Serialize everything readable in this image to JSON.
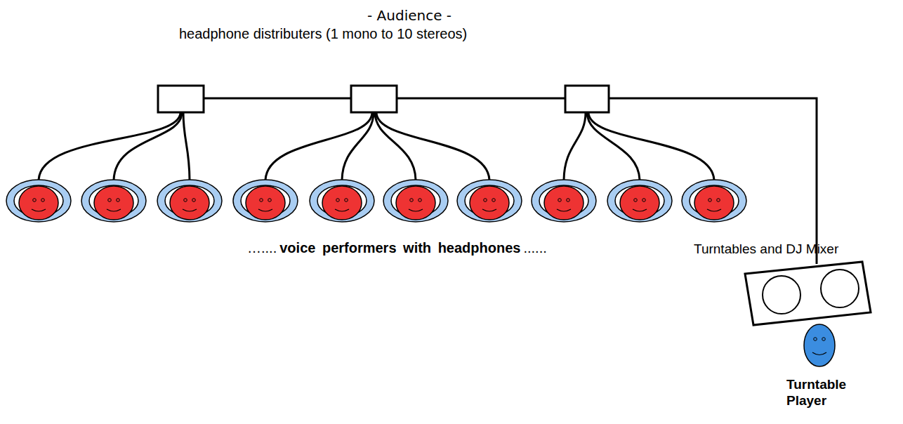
{
  "diagram": {
    "nodes": [
      {
        "text": [
          "Turntables and DJ Mixer"
        ]
      }
    ],
    "labels": [
      "- Audience -",
      "headphone distributers (1 mono to 10 stereos)",
      "…....",
      "voice performers with headphones",
      "......",
      "Turntable Player"
    ]
  }
}
